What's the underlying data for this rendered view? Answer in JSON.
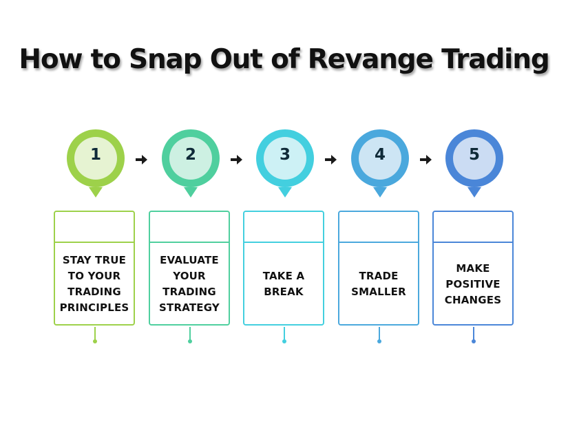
{
  "title": "How to Snap Out of Revange Trading",
  "steps": [
    {
      "number": "1",
      "text": "STAY TRUE\nTO YOUR\nTRADING\nPRINCIPLES",
      "color": "#9dd14a",
      "inner": "#e6f3d2",
      "textColor": "#111111"
    },
    {
      "number": "2",
      "text": "EVALUATE\nYOUR\nTRADING\nSTRATEGY",
      "color": "#4fcf9e",
      "inner": "#cdf0e2",
      "textColor": "#111111"
    },
    {
      "number": "3",
      "text": "TAKE A\nBREAK",
      "color": "#43cfdf",
      "inner": "#cdf1f5",
      "textColor": "#111111"
    },
    {
      "number": "4",
      "text": "TRADE\nSMALLER",
      "color": "#4aa8dd",
      "inner": "#cde5f4",
      "textColor": "#111111"
    },
    {
      "number": "5",
      "text": "MAKE\nPOSITIVE\nCHANGES",
      "color": "#4a86d8",
      "inner": "#cbdcf3",
      "textColor": "#111111"
    }
  ]
}
